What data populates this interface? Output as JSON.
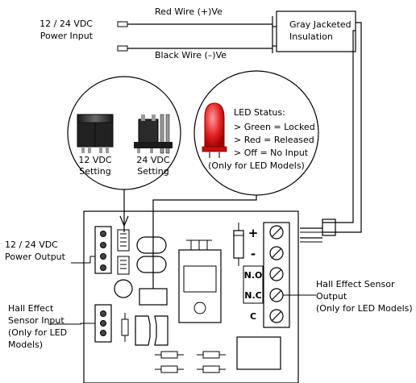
{
  "power_input": {
    "line1": "12 / 24 VDC",
    "line2": "Power Input"
  },
  "red_wire": "Red Wire (+)Ve",
  "black_wire": "Black Wire (–)Ve",
  "insulation": {
    "line1": "Gray Jacketed",
    "line2": "Insulation"
  },
  "jumper_12": {
    "line1": "12 VDC",
    "line2": "Setting"
  },
  "jumper_24": {
    "line1": "24 VDC",
    "line2": "Setting"
  },
  "led_status": {
    "title": "LED Status:",
    "green": "> Green = Locked",
    "red": "> Red = Released",
    "off": "> Off = No Input",
    "note": "(Only for LED Models)"
  },
  "power_output": {
    "line1": "12 / 24 VDC",
    "line2": "Power Output"
  },
  "sensor_input": {
    "line1": "Hall Effect",
    "line2": "Sensor Input",
    "line3": "(Only for LED",
    "line4": "Models)"
  },
  "sensor_output": {
    "line1": "Hall Effect Sensor",
    "line2": "Output",
    "line3": "(Only for LED Models)"
  },
  "terminals": {
    "plus": "+",
    "minus": "-",
    "no": "N.O",
    "nc": "N.C",
    "c": "C"
  },
  "colors": {
    "led_red": "#e02020",
    "jumper_dark": "#3a3a3a",
    "pin_gray": "#9a9a9a",
    "line": "#000000"
  }
}
